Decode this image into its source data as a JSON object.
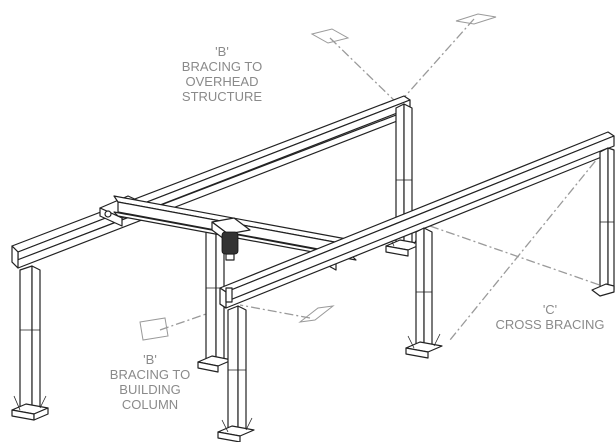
{
  "callouts": {
    "overhead": {
      "tag": "'B'",
      "line1": "BRACING TO",
      "line2": "OVERHEAD",
      "line3": "STRUCTURE"
    },
    "column": {
      "tag": "'B'",
      "line1": "BRACING TO",
      "line2": "BUILDING",
      "line3": "COLUMN"
    },
    "cross": {
      "tag": "'C'",
      "line1": "CROSS BRACING"
    }
  }
}
